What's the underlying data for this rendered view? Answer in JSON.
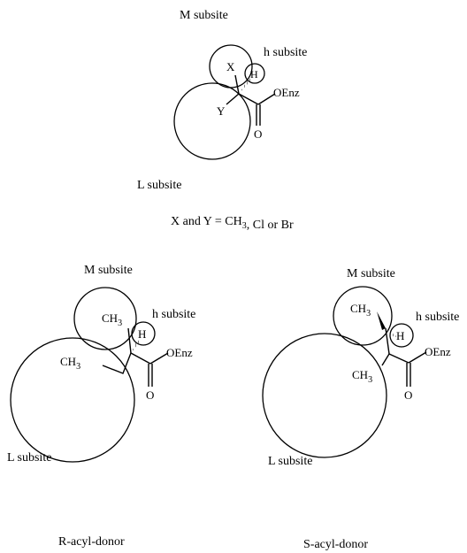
{
  "top": {
    "m_subsite": "M subsite",
    "h_subsite": "h subsite",
    "x": "X",
    "y": "Y",
    "h": "H",
    "oenz": "OEnz",
    "o": "O",
    "l_subsite": "L subsite",
    "legend": "X and Y = CH3, Cl or Br"
  },
  "left": {
    "m_subsite": "M subsite",
    "h_subsite": "h subsite",
    "ch3_upper": "CH3",
    "ch3_lower": "CH3",
    "h": "H",
    "oenz": "OEnz",
    "o": "O",
    "l_subsite": "L subsite",
    "caption": "R-acyl-donor"
  },
  "right": {
    "m_subsite": "M subsite",
    "h_subsite": "h subsite",
    "ch3_upper": "CH3",
    "ch3_lower": "CH3",
    "h": "H",
    "oenz": "OEnz",
    "o": "O",
    "l_subsite": "L subsite",
    "caption": "S-acyl-donor"
  }
}
